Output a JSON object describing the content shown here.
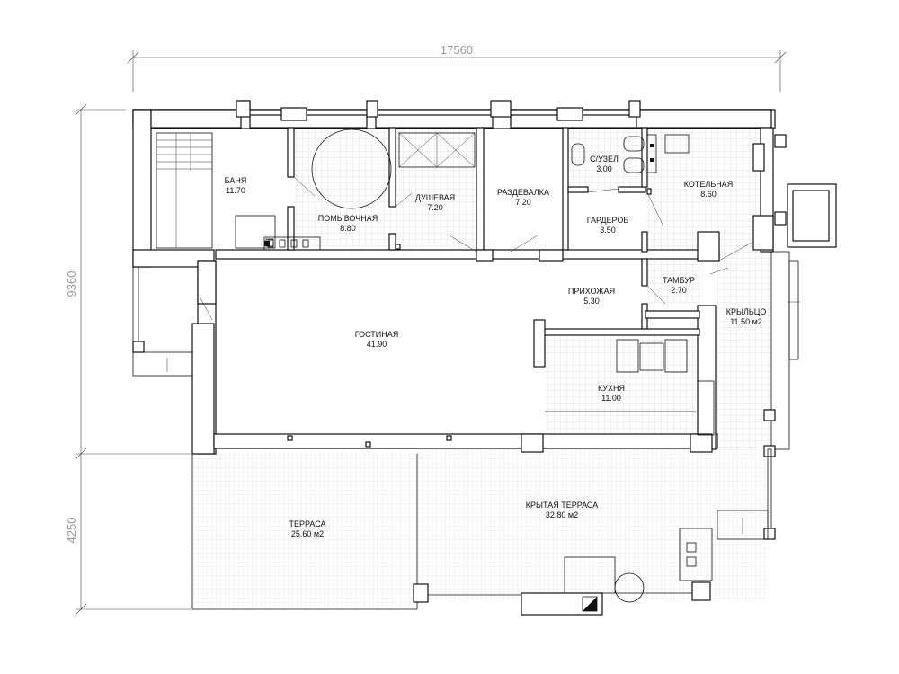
{
  "dimensions": {
    "total_width": "17560",
    "house_depth": "9360",
    "terrace_depth": "4250"
  },
  "rooms": {
    "banya": {
      "name": "БАНЯ",
      "area": "11.70"
    },
    "pomyvochnaya": {
      "name": "ПОМЫВОЧНАЯ",
      "area": "8.80"
    },
    "dushevaya": {
      "name": "ДУШЕВАЯ",
      "area": "7.20"
    },
    "razdevalka": {
      "name": "РАЗДЕВАЛКА",
      "area": "7.20"
    },
    "suzel": {
      "name": "С/УЗЕЛ",
      "area": "3.00"
    },
    "kotelnaya": {
      "name": "КОТЕЛЬНАЯ",
      "area": "8.60"
    },
    "garderob": {
      "name": "ГАРДЕРОБ",
      "area": "3.50"
    },
    "tambur": {
      "name": "ТАМБУР",
      "area": "2.70"
    },
    "prihozhaya": {
      "name": "ПРИХОЖАЯ",
      "area": "5.30"
    },
    "krylco": {
      "name": "КРЫЛЬЦО",
      "area": "11.50 м2"
    },
    "gostinaya": {
      "name": "ГОСТИНАЯ",
      "area": "41.90"
    },
    "kuhnya": {
      "name": "КУХНЯ",
      "area": "11.00"
    },
    "terrasa": {
      "name": "ТЕРРАСА",
      "area": "25.60 м2"
    },
    "krytaya": {
      "name": "КРЫТАЯ ТЕРРАСА",
      "area": "32.80 м2"
    }
  }
}
